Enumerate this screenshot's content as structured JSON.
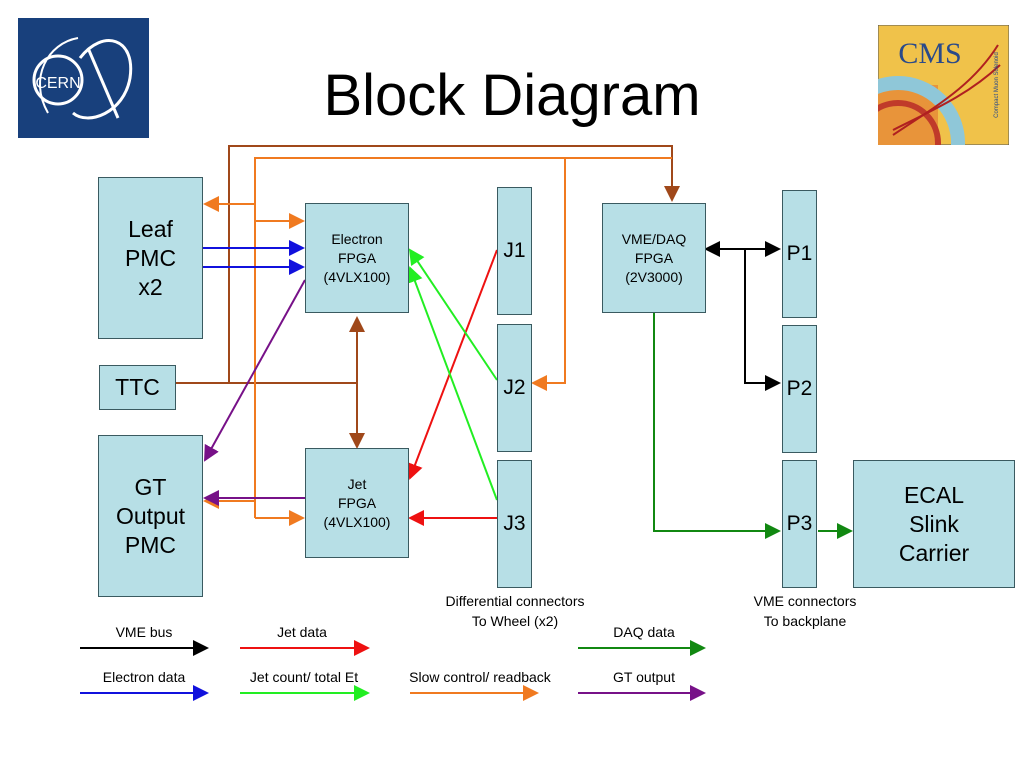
{
  "title": "Block Diagram",
  "logos": {
    "left": "CERN",
    "right": "CMS",
    "right_small": "Compact Muon Solenoid"
  },
  "blocks": {
    "leaf_pmc": "Leaf\nPMC\nx2",
    "ttc": "TTC",
    "gt_output_pmc": "GT\nOutput\nPMC",
    "electron_fpga": "Electron\nFPGA\n(4VLX100)",
    "jet_fpga": "Jet\nFPGA\n(4VLX100)",
    "vme_daq_fpga": "VME/DAQ\nFPGA\n(2V3000)",
    "ecal_slink_carrier": "ECAL\nSlink\nCarrier"
  },
  "connectors": {
    "j1": "J1",
    "j2": "J2",
    "j3": "J3",
    "p1": "P1",
    "p2": "P2",
    "p3": "P3"
  },
  "notes": {
    "differential": "Differential connectors\nTo Wheel (x2)",
    "vme_connectors": "VME connectors\nTo backplane"
  },
  "legend": {
    "vme_bus": "VME bus",
    "jet_data": "Jet data",
    "daq_data": "DAQ data",
    "electron_data": "Electron data",
    "jet_count": "Jet count/ total Et",
    "slow_control": "Slow control/ readback",
    "gt_output": "GT output"
  },
  "colors": {
    "block_fill": "#b7dfe6",
    "vme_bus": "#000000",
    "jet_data": "#ee1111",
    "daq_data": "#118811",
    "electron_data": "#1111dd",
    "jet_count": "#22ee22",
    "slow_control": "#f07a20",
    "gt_output": "#771188",
    "ttc_line": "#a0481a"
  }
}
